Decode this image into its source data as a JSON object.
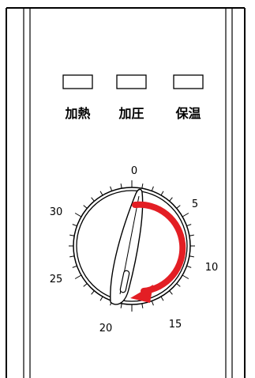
{
  "indicators": [
    {
      "label": "加熱"
    },
    {
      "label": "加圧"
    },
    {
      "label": "保温"
    }
  ],
  "dial": {
    "scale_labels": [
      "0",
      "5",
      "10",
      "15",
      "20",
      "25",
      "30"
    ],
    "rotation_direction": "clockwise",
    "arrow_color": "#e31e24"
  }
}
